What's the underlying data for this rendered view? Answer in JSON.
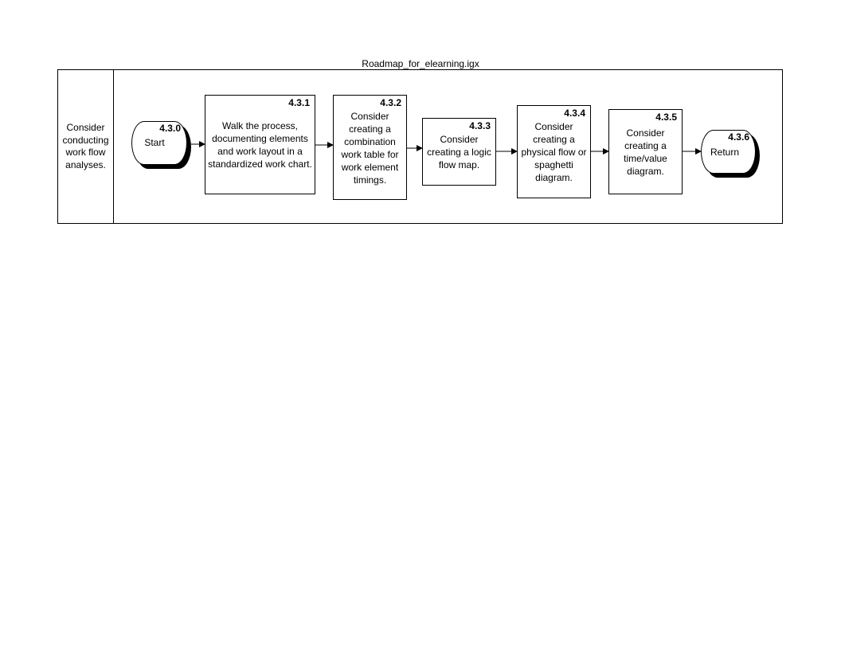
{
  "diagram": {
    "title": "Roadmap_for_elearning.igx",
    "lane_label": "Consider conducting work flow analyses.",
    "start": {
      "num": "4.3.0",
      "label": "Start"
    },
    "steps": [
      {
        "num": "4.3.1",
        "label": "Walk the process, documenting elements and work layout in a standardized work chart."
      },
      {
        "num": "4.3.2",
        "label": "Consider creating a combination work table for work element timings."
      },
      {
        "num": "4.3.3",
        "label": "Consider creating a logic flow map."
      },
      {
        "num": "4.3.4",
        "label": "Consider creating a physical flow or spaghetti diagram."
      },
      {
        "num": "4.3.5",
        "label": "Consider creating a time/value diagram."
      }
    ],
    "end": {
      "num": "4.3.6",
      "label": "Return"
    }
  }
}
